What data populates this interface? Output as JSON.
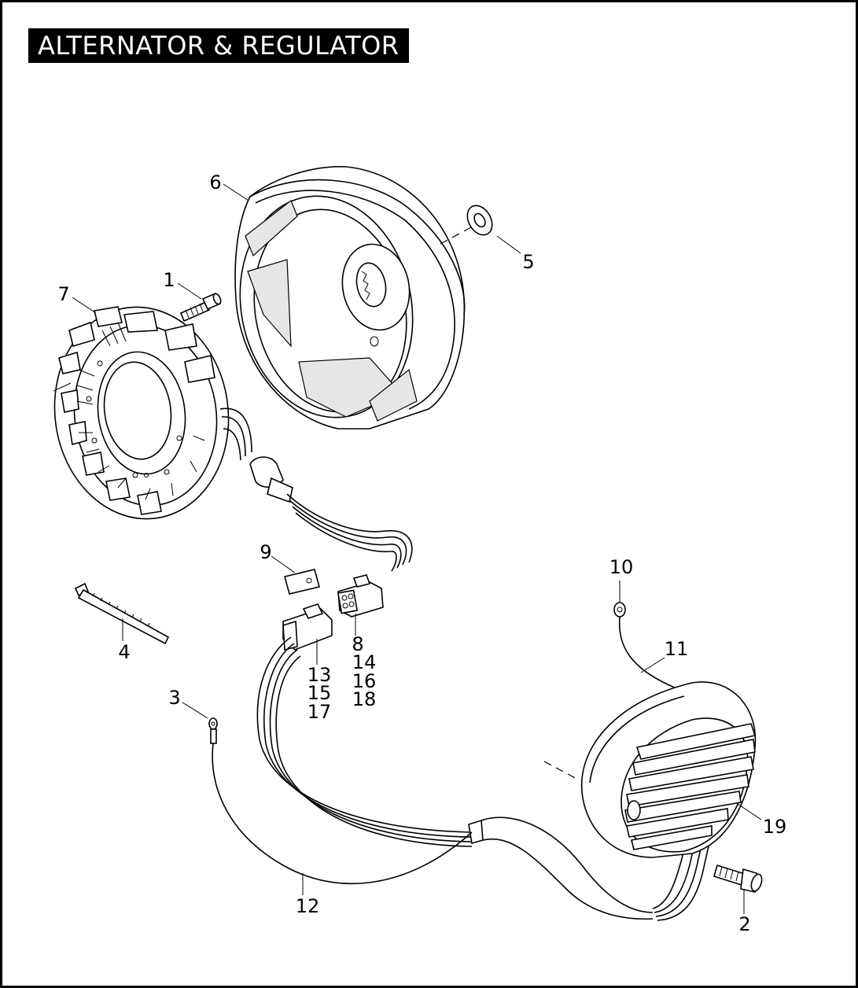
{
  "title": "ALTERNATOR & REGULATOR",
  "callouts": {
    "c1": "1",
    "c2": "2",
    "c3": "3",
    "c4": "4",
    "c5": "5",
    "c6": "6",
    "c7": "7",
    "c8": "8",
    "c9": "9",
    "c10": "10",
    "c11": "11",
    "c12": "12",
    "c13": "13",
    "c14": "14",
    "c15": "15",
    "c16": "16",
    "c17": "17",
    "c18": "18",
    "c19": "19"
  }
}
